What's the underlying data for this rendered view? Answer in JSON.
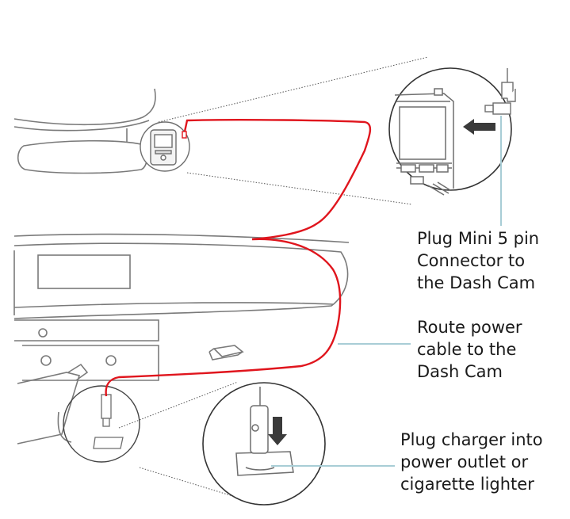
{
  "labels": {
    "plug_mini": [
      "Plug Mini 5 pin",
      "Connector to",
      "the Dash Cam"
    ],
    "route": [
      "Route power",
      "cable to the",
      "Dash Cam"
    ],
    "charger": [
      "Plug charger into",
      "power outlet or",
      "cigarette lighter"
    ]
  },
  "colors": {
    "cable": "#e0151d",
    "callout_line": "#a8cdd6",
    "outline": "#6e6e6e",
    "arrow": "#3a3a3a"
  }
}
